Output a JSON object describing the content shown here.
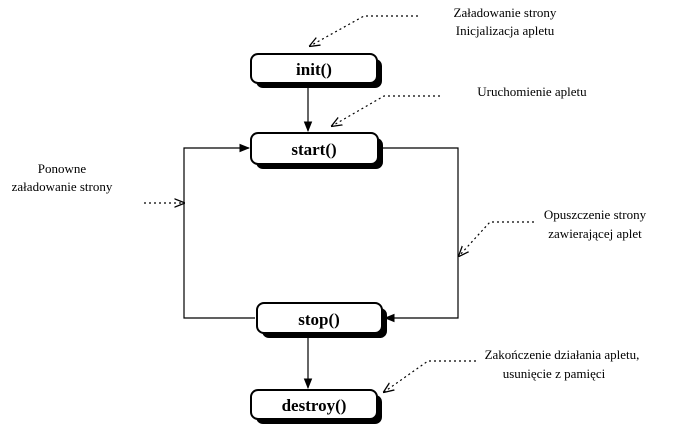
{
  "states": {
    "init": "init()",
    "start": "start()",
    "stop": "stop()",
    "destroy": "destroy()"
  },
  "annotations": {
    "page_load_line1": "Załadowanie strony",
    "page_load_line2": "Inicjalizacja apletu",
    "applet_start": "Uruchomienie apletu",
    "reload_line1": "Ponowne",
    "reload_line2": "załadowanie strony",
    "leave_page_line1": "Opuszczenie strony",
    "leave_page_line2": "zawierającej aplet",
    "end_line1": "Zakończenie działania apletu,",
    "end_line2": "usunięcie z pamięci"
  }
}
